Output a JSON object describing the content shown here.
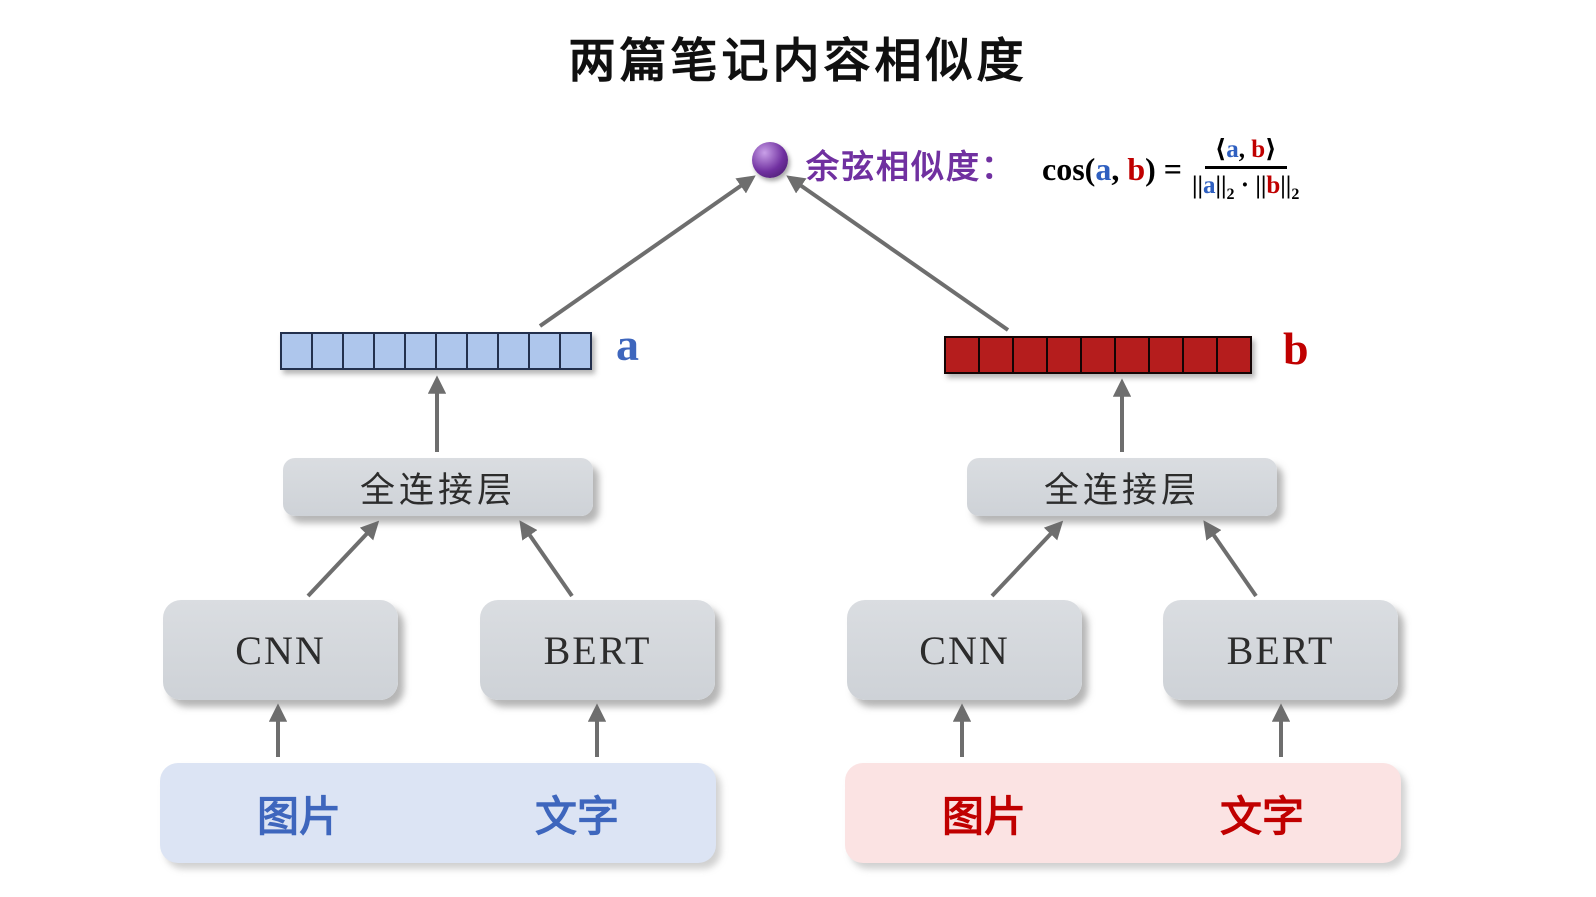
{
  "title": "两篇笔记内容相似度",
  "cosine": {
    "dot_color": "#7030a0",
    "label": "余弦相似度：",
    "formula": {
      "prefix": "cos(",
      "a": "a",
      "sep": ", ",
      "b": "b",
      "suffix": ") =",
      "num_open": "⟨",
      "num_a": "a",
      "num_sep": ", ",
      "num_b": "b",
      "num_close": "⟩",
      "den_bar1": "||",
      "den_a": "a",
      "den_bar2": "||",
      "den_sub_a": "2",
      "den_dot": " · ",
      "den_bar3": "||",
      "den_b": "b",
      "den_bar4": "||",
      "den_sub_b": "2"
    }
  },
  "towers": {
    "left": {
      "vector_label": "a",
      "vector_cells": 10,
      "cell_color": "#aec6ec",
      "accent": "#3e66bd",
      "fc_label": "全连接层",
      "cnn_label": "CNN",
      "bert_label": "BERT",
      "inputs_bg": "#dce4f4",
      "image_label": "图片",
      "text_label": "文字"
    },
    "right": {
      "vector_label": "b",
      "vector_cells": 9,
      "cell_color": "#b51d1d",
      "accent": "#c00000",
      "fc_label": "全连接层",
      "cnn_label": "CNN",
      "bert_label": "BERT",
      "inputs_bg": "#fbe3e3",
      "image_label": "图片",
      "text_label": "文字"
    }
  },
  "arrow_color": "#6e6e6e"
}
